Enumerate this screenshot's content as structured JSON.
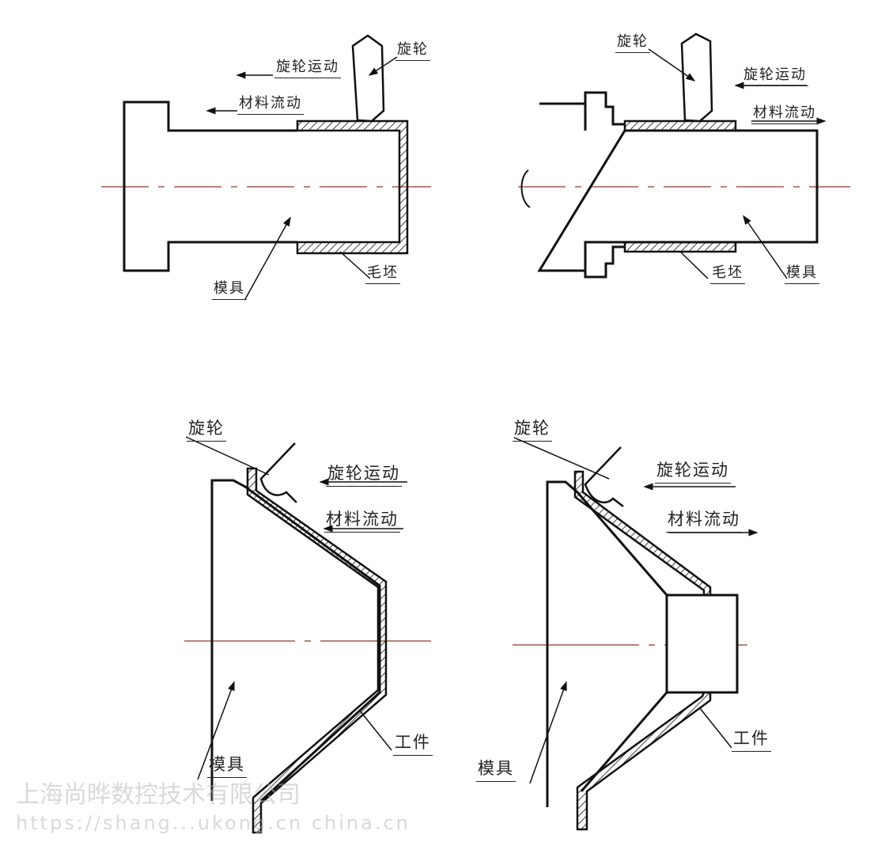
{
  "diagrams": [
    {
      "labels": {
        "roller": "旋轮",
        "roller_motion": "旋轮运动",
        "material_flow": "材料流动",
        "blank": "毛坯",
        "mandrel": "模具"
      }
    },
    {
      "labels": {
        "roller": "旋轮",
        "roller_motion": "旋轮运动",
        "material_flow": "材料流动",
        "blank": "毛坯",
        "mandrel": "模具"
      }
    },
    {
      "labels": {
        "roller": "旋轮",
        "roller_motion": "旋轮运动",
        "material_flow": "材料流动",
        "workpiece": "工件",
        "mandrel": "模具"
      }
    },
    {
      "labels": {
        "roller": "旋轮",
        "roller_motion": "旋轮运动",
        "material_flow": "材料流动",
        "workpiece": "工件",
        "mandrel": "模具"
      }
    }
  ],
  "watermark": {
    "company": "上海尚晔数控技术有限公司",
    "url": "https://shang...ukong.cn china.cn"
  },
  "colors": {
    "line": "#111111",
    "axis": "#8a3a2a"
  }
}
